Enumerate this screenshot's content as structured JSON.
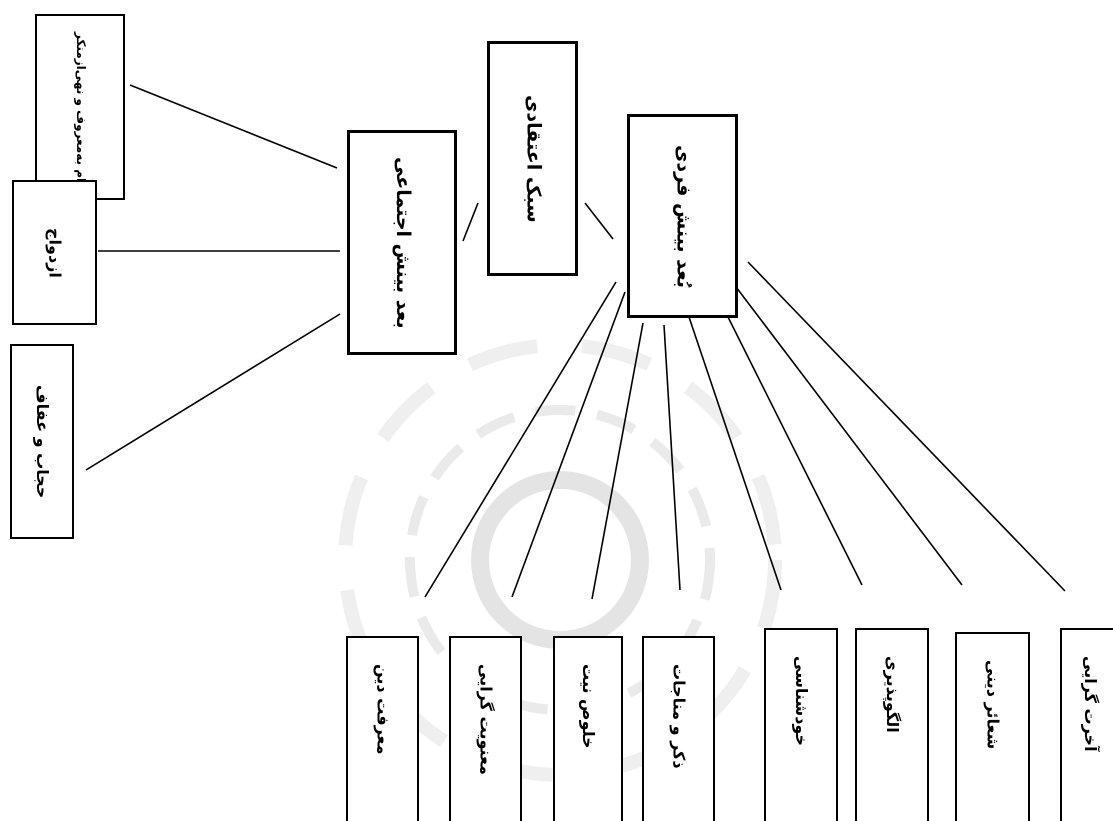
{
  "diagram": {
    "nodes": {
      "amr": "ام به‌معروف و نهی‌ازمنکر",
      "ezdevaj": "ازدواج",
      "hejab": "حجاب و عفاف",
      "ejtemaei": "بعد بینش اجتماعی",
      "sabk": "سبک اعتقادی",
      "fardi": "بُعد بینش فردی",
      "marefat": "معرفت دین",
      "manaviat": "معنویت گرایی",
      "kholus": "خلوص نیت",
      "zekr": "ذکر و مناجات",
      "khodshenasi": "خودشناسی",
      "olgu": "الگوپذیری",
      "shaaer": "شعائر دینی",
      "akherat": "آخرت گرایی"
    },
    "colors": {
      "line": "#000000",
      "box_border": "#000000",
      "watermark": "#d8d8d8"
    }
  }
}
